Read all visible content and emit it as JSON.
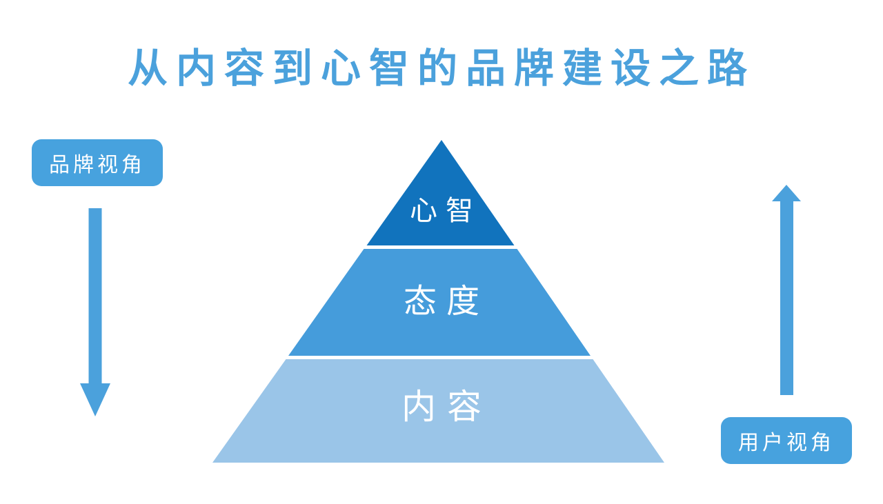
{
  "title": "从内容到心智的品牌建设之路",
  "colors": {
    "accent": "#4BA1DC",
    "badge_background": "#47A2DE",
    "tier_top": "#1173BD",
    "tier_middle": "#459CDB",
    "tier_bottom": "#9AC5E8",
    "text_on_blue": "#FFFFFF",
    "background": "#FFFFFF"
  },
  "badges": {
    "brand_perspective": "品牌视角",
    "user_perspective": "用户视角"
  },
  "arrows": {
    "brand_side_direction": "down",
    "user_side_direction": "up"
  },
  "pyramid": {
    "tiers": [
      {
        "label": "心智",
        "color": "#1173BD",
        "position": "top"
      },
      {
        "label": "态度",
        "color": "#459CDB",
        "position": "middle"
      },
      {
        "label": "内容",
        "color": "#9AC5E8",
        "position": "bottom"
      }
    ]
  }
}
